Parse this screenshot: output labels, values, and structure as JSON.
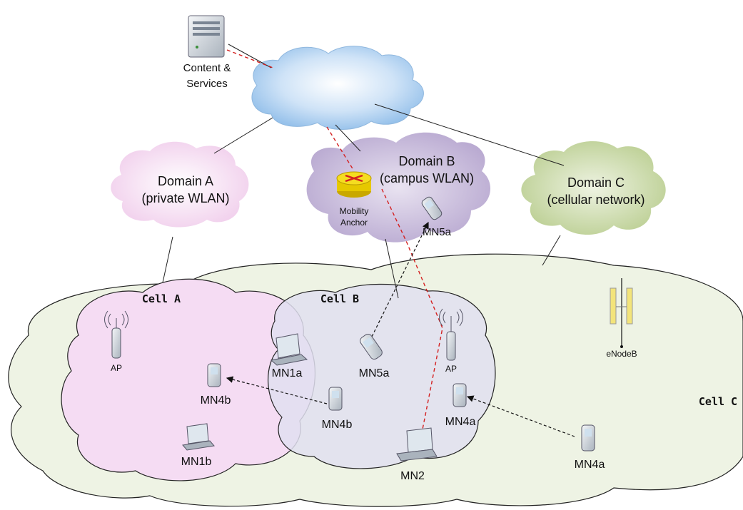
{
  "server": {
    "label_line1": "Content &",
    "label_line2": "Services"
  },
  "domains": {
    "a": {
      "line1": "Domain A",
      "line2": "(private WLAN)"
    },
    "b": {
      "line1": "Domain B",
      "line2": "(campus WLAN)"
    },
    "c": {
      "line1": "Domain C",
      "line2": "(cellular network)"
    }
  },
  "mobility_anchor": {
    "line1": "Mobility",
    "line2": "Anchor"
  },
  "cells": {
    "a": "Cell A",
    "b": "Cell B",
    "c": "Cell C"
  },
  "nodes": {
    "ap_a": "AP",
    "ap_b": "AP",
    "enodeb": "eNodeB",
    "mn5a_top": "MN5a",
    "mn5a_cell": "MN5a",
    "mn1a": "MN1a",
    "mn1b": "MN1b",
    "mn4b_a": "MN4b",
    "mn4b_b": "MN4b",
    "mn4a_b": "MN4a",
    "mn4a_c": "MN4a",
    "mn2": "MN2"
  },
  "colors": {
    "internet_cloud": "#9cc7ee",
    "domain_a": "#f2d3ef",
    "domain_b": "#c7b9da",
    "domain_c": "#c6d6a3",
    "cell_a": "#f5dcf3",
    "cell_b": "#e1dff0",
    "cell_c": "#eef3e4",
    "red_path": "#d42020"
  }
}
